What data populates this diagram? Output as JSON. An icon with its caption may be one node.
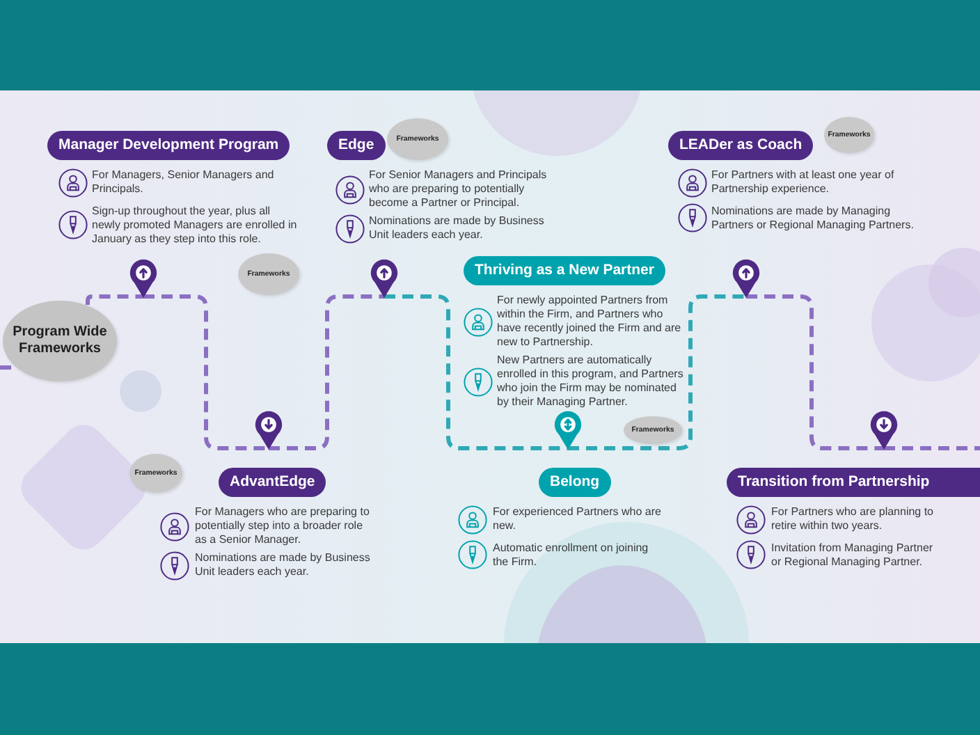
{
  "diagram": {
    "nodes": [
      {
        "text": [
          "Manager Development Program",
          "For Managers, Senior Managers and Principals.",
          "Sign-up throughout the year, plus all newly promoted Managers are enrolled in January as they step into this role."
        ]
      },
      {
        "text": [
          "Edge",
          "For Senior Managers and Principals who are preparing to potentially become a Partner or Principal.",
          "Nominations are made by Business Unit leaders each year."
        ]
      },
      {
        "text": [
          "Frameworks"
        ]
      },
      {
        "text": [
          "LEADer as Coach",
          "For Partners with at least one year of Partnership experience.",
          "Nominations are made by Managing Partners or Regional Managing Partners."
        ]
      },
      {
        "text": [
          "Frameworks"
        ]
      },
      {
        "text": [
          "Thriving as a New Partner",
          "For newly appointed Partners from within the Firm, and Partners who have recently joined the Firm and are new to Partnership.",
          "New Partners are automatically enrolled in this program, and Partners who join the Firm may be nominated by their Managing Partner."
        ]
      },
      {
        "text": [],
        "shape": "pin"
      },
      {
        "text": [
          "Frameworks"
        ]
      },
      {
        "text": [],
        "shape": "pin"
      },
      {
        "text": [],
        "shape": "pin"
      },
      {
        "text": [
          "Program Wide Frameworks"
        ]
      },
      {
        "text": [],
        "shape": "pin"
      },
      {
        "text": [],
        "shape": "pin"
      },
      {
        "text": [
          "Frameworks"
        ]
      },
      {
        "text": [],
        "shape": "pin"
      },
      {
        "text": [
          "Frameworks"
        ]
      },
      {
        "text": [
          "AdvantEdge",
          "For Managers who are preparing to potentially step into a broader role as a Senior Manager.",
          "Nominations are made by Business Unit leaders each year."
        ]
      },
      {
        "text": [
          "Belong",
          "For experienced Partners who are new.",
          "Automatic enrollment on joining the Firm."
        ]
      },
      {
        "text": [
          "Transition from Partnership",
          "For Partners who are planning to retire within two years.",
          "Invitation from Managing Partner or Regional Managing Partner."
        ]
      }
    ],
    "edges": [
      {
        "from": null,
        "to": 10,
        "arrow": "none",
        "style": "dashed"
      },
      {
        "from": 10,
        "to": 6,
        "arrow": "none",
        "style": "dashed"
      },
      {
        "from": 6,
        "to": 11,
        "arrow": "none",
        "style": "dashed"
      },
      {
        "from": 11,
        "to": 8,
        "arrow": "none",
        "style": "dashed"
      },
      {
        "from": 8,
        "to": 12,
        "arrow": "none",
        "style": "dashed",
        "color": "#2fa9b5"
      },
      {
        "from": 12,
        "to": 9,
        "arrow": "none",
        "style": "dashed",
        "color": "#2fa9b5"
      },
      {
        "from": 9,
        "to": 14,
        "arrow": "none",
        "style": "dashed"
      },
      {
        "from": 14,
        "to": null,
        "arrow": "none",
        "style": "dashed"
      }
    ]
  }
}
